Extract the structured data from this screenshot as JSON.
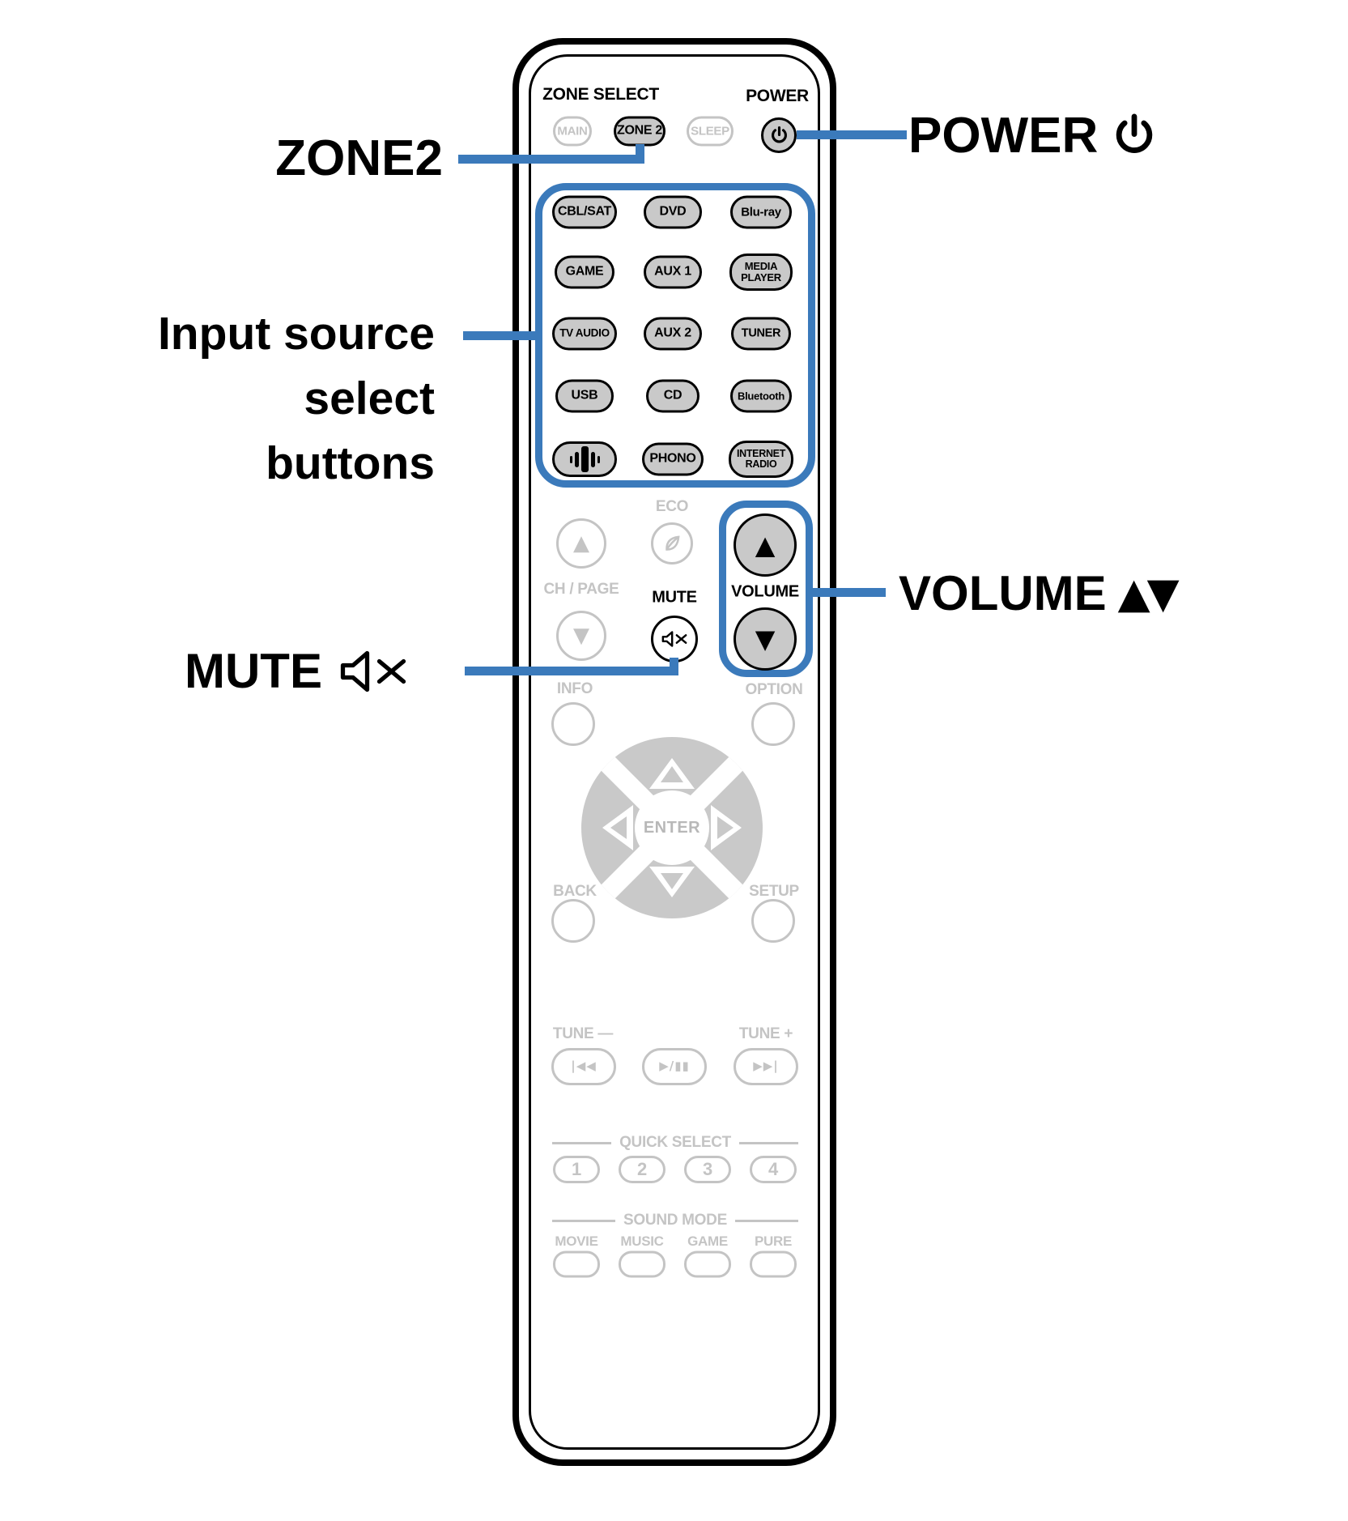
{
  "colors": {
    "accent": "#3B7ABB",
    "button_fill": "#C9C9C9",
    "dimmed": "#C4C4C4"
  },
  "remote": {
    "zone_select_label": "ZONE SELECT",
    "power_label": "POWER",
    "zone_buttons": [
      "MAIN",
      "ZONE 2",
      "SLEEP"
    ],
    "input_buttons": [
      "CBL/SAT",
      "DVD",
      "Blu-ray",
      "GAME",
      "AUX 1",
      "MEDIA PLAYER",
      "TV AUDIO",
      "AUX 2",
      "TUNER",
      "USB",
      "CD",
      "Bluetooth",
      "PHONO",
      "INTERNET RADIO"
    ],
    "eco_label": "ECO",
    "ch_page_label": "CH / PAGE",
    "mute_label": "MUTE",
    "volume_label": "VOLUME",
    "up_glyph": "▲",
    "down_glyph": "▼",
    "info_label": "INFO",
    "option_label": "OPTION",
    "enter_label": "ENTER",
    "back_label": "BACK",
    "setup_label": "SETUP",
    "tune_minus_label": "TUNE —",
    "tune_plus_label": "TUNE +",
    "prev_glyph": "|◀◀",
    "play_pause_glyph": "▶/▮▮",
    "next_glyph": "▶▶|",
    "quick_select_label": "QUICK SELECT",
    "quick_select_buttons": [
      "1",
      "2",
      "3",
      "4"
    ],
    "sound_mode_label": "SOUND MODE",
    "sound_mode_buttons": [
      "MOVIE",
      "MUSIC",
      "GAME",
      "PURE"
    ]
  },
  "callouts": {
    "zone2": "ZONE2",
    "power": "POWER",
    "input_source": [
      "Input source",
      "select",
      "buttons"
    ],
    "volume": "VOLUME",
    "volume_glyphs": "▲▼",
    "mute": "MUTE"
  }
}
